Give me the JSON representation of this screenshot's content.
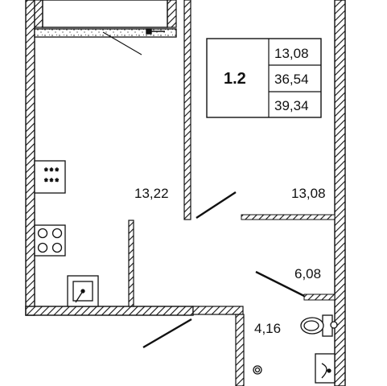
{
  "apartment": {
    "number": "1.2",
    "areas": [
      "13,08",
      "36,54",
      "39,34"
    ]
  },
  "rooms": {
    "kitchen": "13,22",
    "bedroom": "13,08",
    "hallway": "6,08",
    "bathroom": "4,16"
  },
  "colors": {
    "wall": "#111111",
    "hatch": "#111111",
    "background": "#ffffff"
  },
  "icons": [
    "stove-icon",
    "sink-icon",
    "toilet-icon",
    "washbasin-icon",
    "bathtub-icon",
    "ventilation-icon"
  ]
}
